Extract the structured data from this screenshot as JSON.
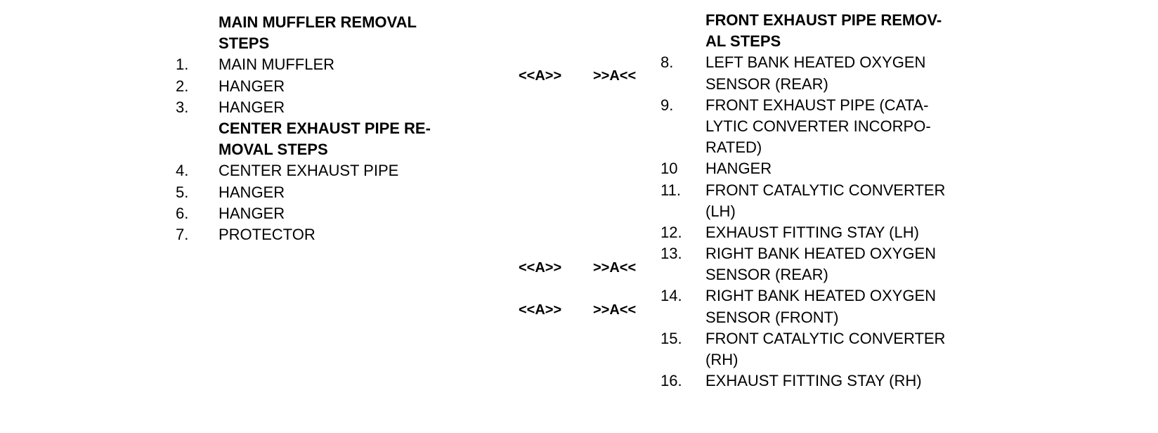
{
  "left": {
    "sections": [
      {
        "heading": [
          "MAIN MUFFLER REMOVAL",
          "STEPS"
        ],
        "items": [
          {
            "num": "1.",
            "lines": [
              "MAIN MUFFLER"
            ]
          },
          {
            "num": "2.",
            "lines": [
              "HANGER"
            ]
          },
          {
            "num": "3.",
            "lines": [
              "HANGER"
            ]
          }
        ]
      },
      {
        "heading": [
          "CENTER EXHAUST PIPE RE-",
          "MOVAL STEPS"
        ],
        "items": [
          {
            "num": "4.",
            "lines": [
              "CENTER EXHAUST PIPE"
            ]
          },
          {
            "num": "5.",
            "lines": [
              "HANGER"
            ]
          },
          {
            "num": "6.",
            "lines": [
              "HANGER"
            ]
          },
          {
            "num": "7.",
            "lines": [
              "PROTECTOR"
            ]
          }
        ]
      }
    ]
  },
  "right": {
    "sections": [
      {
        "heading": [
          "FRONT EXHAUST PIPE REMOV-",
          "AL STEPS"
        ],
        "items": [
          {
            "num": "8.",
            "lines": [
              "LEFT BANK HEATED OXYGEN",
              "SENSOR (REAR)"
            ]
          },
          {
            "num": "9.",
            "lines": [
              "FRONT EXHAUST PIPE (CATA-",
              "LYTIC CONVERTER INCORPO-",
              "RATED)"
            ]
          },
          {
            "num": "10",
            "lines": [
              "HANGER"
            ]
          },
          {
            "num": "11.",
            "lines": [
              "FRONT CATALYTIC CONVERTER",
              "(LH)"
            ]
          },
          {
            "num": "12.",
            "lines": [
              "EXHAUST FITTING STAY (LH)"
            ]
          },
          {
            "num": "13.",
            "lines": [
              "RIGHT BANK HEATED OXYGEN",
              "SENSOR (REAR)"
            ]
          },
          {
            "num": "14.",
            "lines": [
              "RIGHT BANK HEATED OXYGEN",
              "SENSOR (FRONT)"
            ]
          },
          {
            "num": "15.",
            "lines": [
              "FRONT CATALYTIC CONVERTER",
              "(RH)"
            ]
          },
          {
            "num": "16.",
            "lines": [
              "EXHAUST FITTING STAY (RH)"
            ]
          }
        ]
      }
    ]
  },
  "refs": [
    {
      "removal": "<<A>>",
      "install": ">>A<<",
      "item": "8."
    },
    {
      "removal": "<<A>>",
      "install": ">>A<<",
      "item": "13."
    },
    {
      "removal": "<<A>>",
      "install": ">>A<<",
      "item": "14."
    }
  ]
}
